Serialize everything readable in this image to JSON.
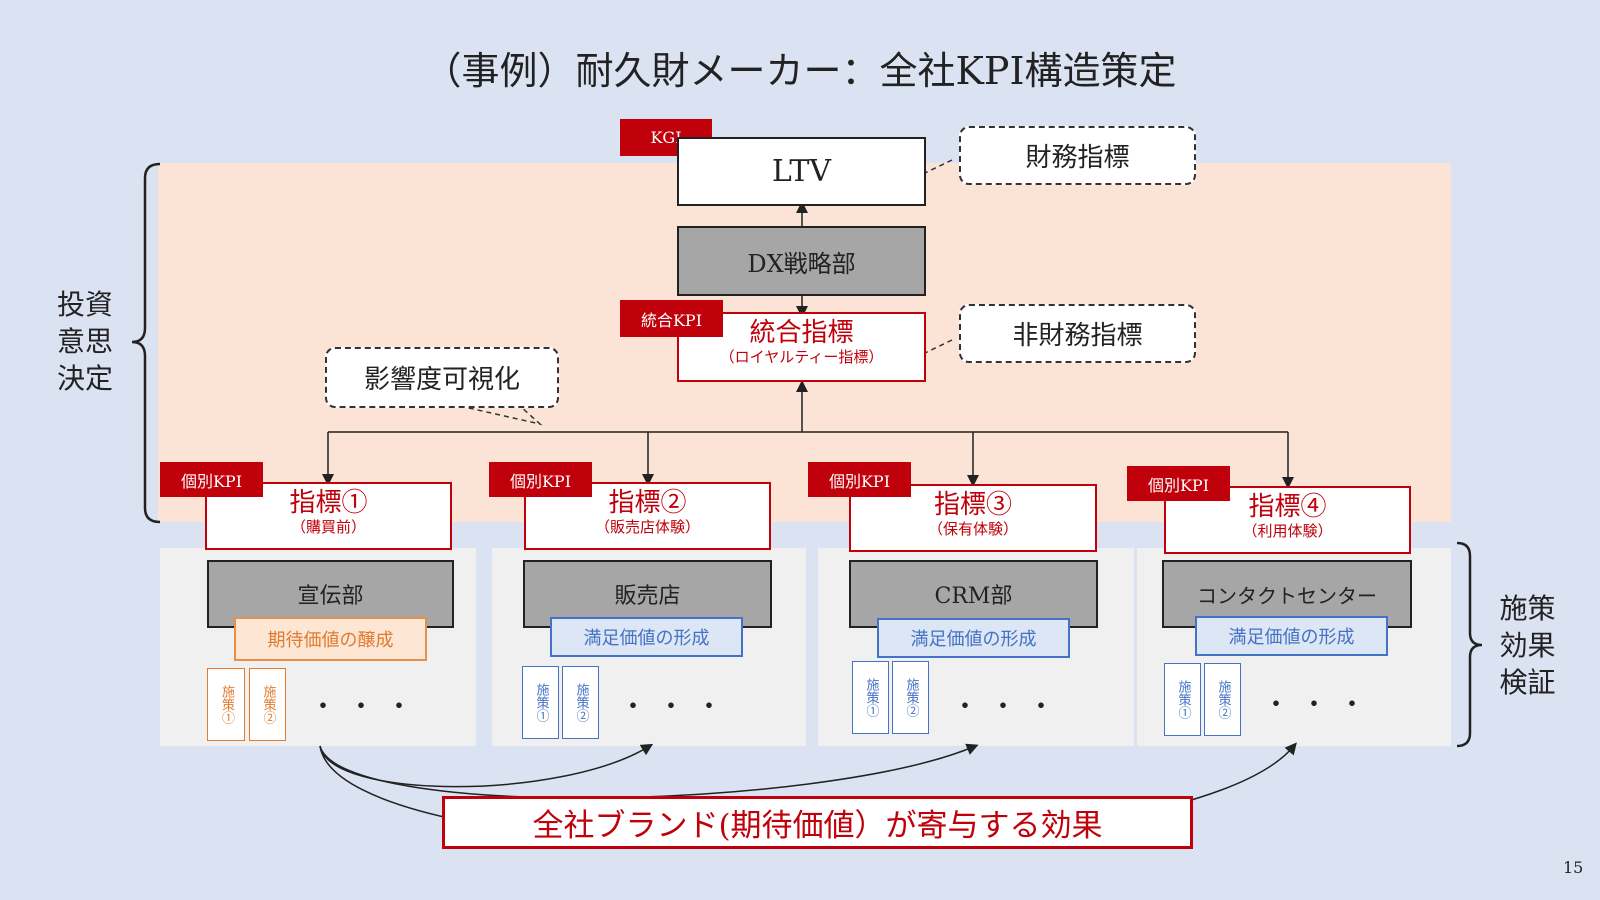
{
  "title": "（事例）耐久財メーカー：全社KPI構造策定",
  "kgi": {
    "tag": "KGI",
    "label": "LTV",
    "callout": "財務指標"
  },
  "dx_dept": "DX戦略部",
  "integrated": {
    "tag": "統合KPI",
    "label": "統合指標",
    "sub": "（ロイヤルティー指標）",
    "callout": "非財務指標"
  },
  "impact_callout": "影響度可視化",
  "left_label": "投資\n意思\n決定",
  "right_label": "施策\n効果\n検証",
  "kpis": [
    {
      "tag": "個別KPI",
      "label": "指標①",
      "sub": "（購買前）",
      "dept": "宣伝部",
      "value": "期待価値の醸成",
      "color": "orange"
    },
    {
      "tag": "個別KPI",
      "label": "指標②",
      "sub": "（販売店体験）",
      "dept": "販売店",
      "value": "満足価値の形成",
      "color": "blue"
    },
    {
      "tag": "個別KPI",
      "label": "指標③",
      "sub": "（保有体験）",
      "dept": "CRM部",
      "value": "満足価値の形成",
      "color": "blue"
    },
    {
      "tag": "個別KPI",
      "label": "指標④",
      "sub": "（利用体験）",
      "dept": "コンタクトセンター",
      "value": "満足価値の形成",
      "color": "blue"
    }
  ],
  "measures": [
    "施策①",
    "施策②"
  ],
  "ellipsis": "・・・",
  "bottom_label": "全社ブランド(期待価値）が寄与する効果",
  "page_number": "15",
  "colors": {
    "red": "#c0000a",
    "orange": "#e07b30",
    "blue": "#4472c4",
    "band": "#fbe3d6",
    "background": "#dbe3f3"
  }
}
